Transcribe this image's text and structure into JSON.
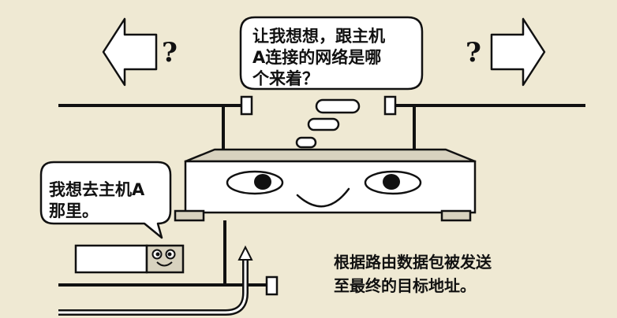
{
  "router_bubble": {
    "line1": "让我想想，跟主机",
    "line2": "A连接的网络是哪",
    "line3": "个来着？"
  },
  "packet_bubble": {
    "line1": "我想去主机A",
    "line2": "那里。"
  },
  "caption": {
    "line1": "根据路由数据包被发送",
    "line2": "至最终的目标地址。"
  },
  "left_question": "?",
  "right_question": "?",
  "colors": {
    "background": "#efe9d3",
    "ink": "#111111",
    "fill": "#ffffff",
    "shade": "#d8d2bf"
  }
}
